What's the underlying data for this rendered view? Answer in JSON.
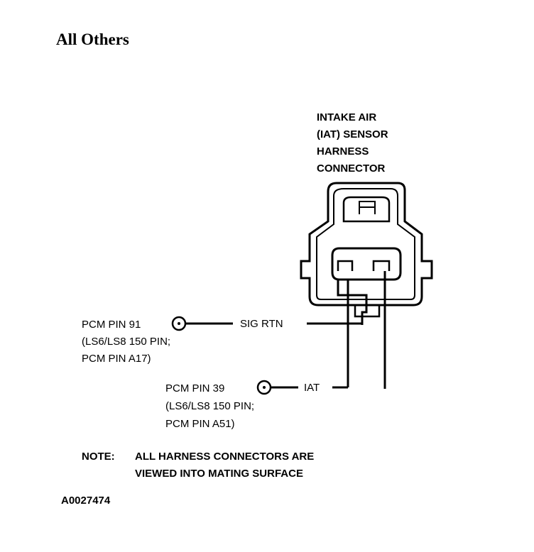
{
  "heading": "All Others",
  "connector": {
    "title_lines": [
      "INTAKE AIR",
      "(IAT) SENSOR",
      "HARNESS",
      "CONNECTOR"
    ]
  },
  "circuits": [
    {
      "signal": "SIG RTN",
      "pcm_lines": [
        "PCM PIN 91",
        "(LS6/LS8 150 PIN;",
        "PCM PIN A17)"
      ]
    },
    {
      "signal": "IAT",
      "pcm_lines": [
        "PCM PIN 39",
        "(LS6/LS8 150 PIN;",
        "PCM PIN A51)"
      ]
    }
  ],
  "note": {
    "prefix": "NOTE:",
    "lines": [
      "ALL HARNESS CONNECTORS ARE",
      "VIEWED INTO MATING SURFACE"
    ]
  },
  "figure_id": "A0027474"
}
